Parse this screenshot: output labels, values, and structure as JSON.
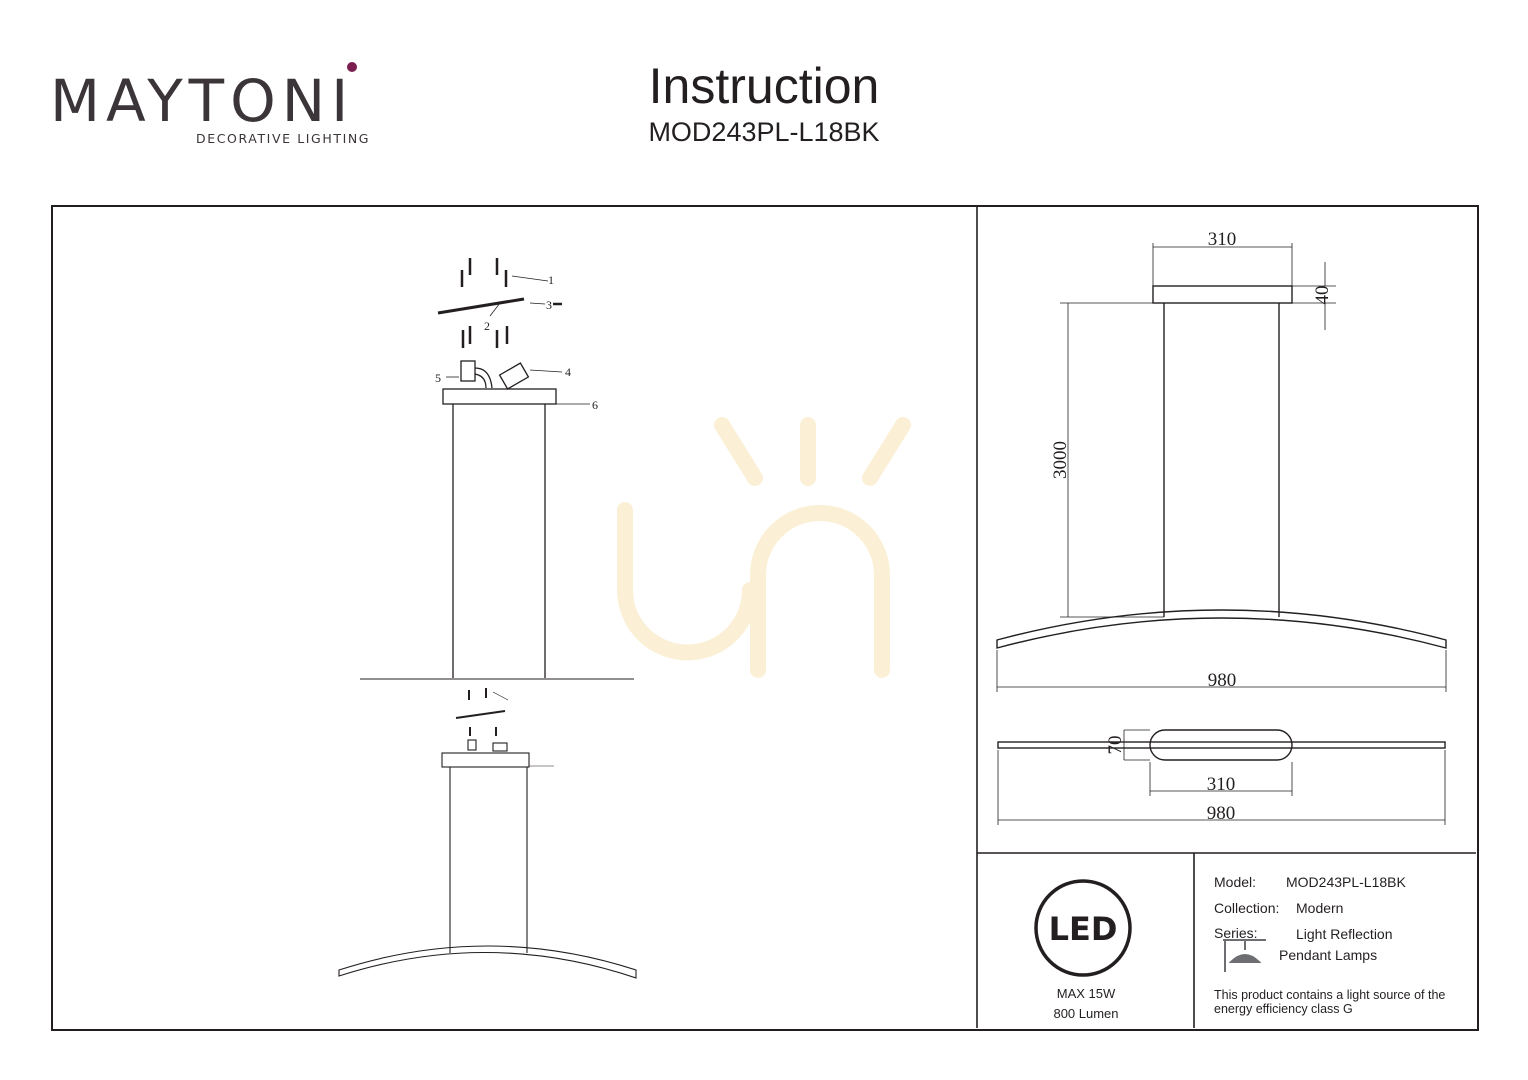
{
  "brand": {
    "name": "MAYTONI",
    "tagline": "DECORATIVE LIGHTING",
    "dot_color": "#7a1d4f"
  },
  "header": {
    "title": "Instruction",
    "model": "MOD243PL-L18BK"
  },
  "assembly_callouts": [
    "1",
    "2",
    "3",
    "4",
    "5",
    "6"
  ],
  "dimensions": {
    "canopy_width": "310",
    "canopy_height": "40",
    "drop_height": "3000",
    "lamp_width": "980",
    "top_view_depth": "70",
    "top_view_canopy": "310",
    "top_view_width": "980"
  },
  "led_badge": {
    "label": "LED",
    "power": "MAX 15W",
    "lumen": "800 Lumen"
  },
  "specs": {
    "model_label": "Model:",
    "model_value": "MOD243PL-L18BK",
    "collection_label": "Collection:",
    "collection_value": "Modern",
    "series_label": "Series:",
    "series_value": "Light Reflection",
    "type_value": "Pendant Lamps"
  },
  "energy_note": "This product contains a light source of the energy efficiency class G",
  "colors": {
    "line": "#231f20",
    "watermark": "#fbf0d6"
  }
}
